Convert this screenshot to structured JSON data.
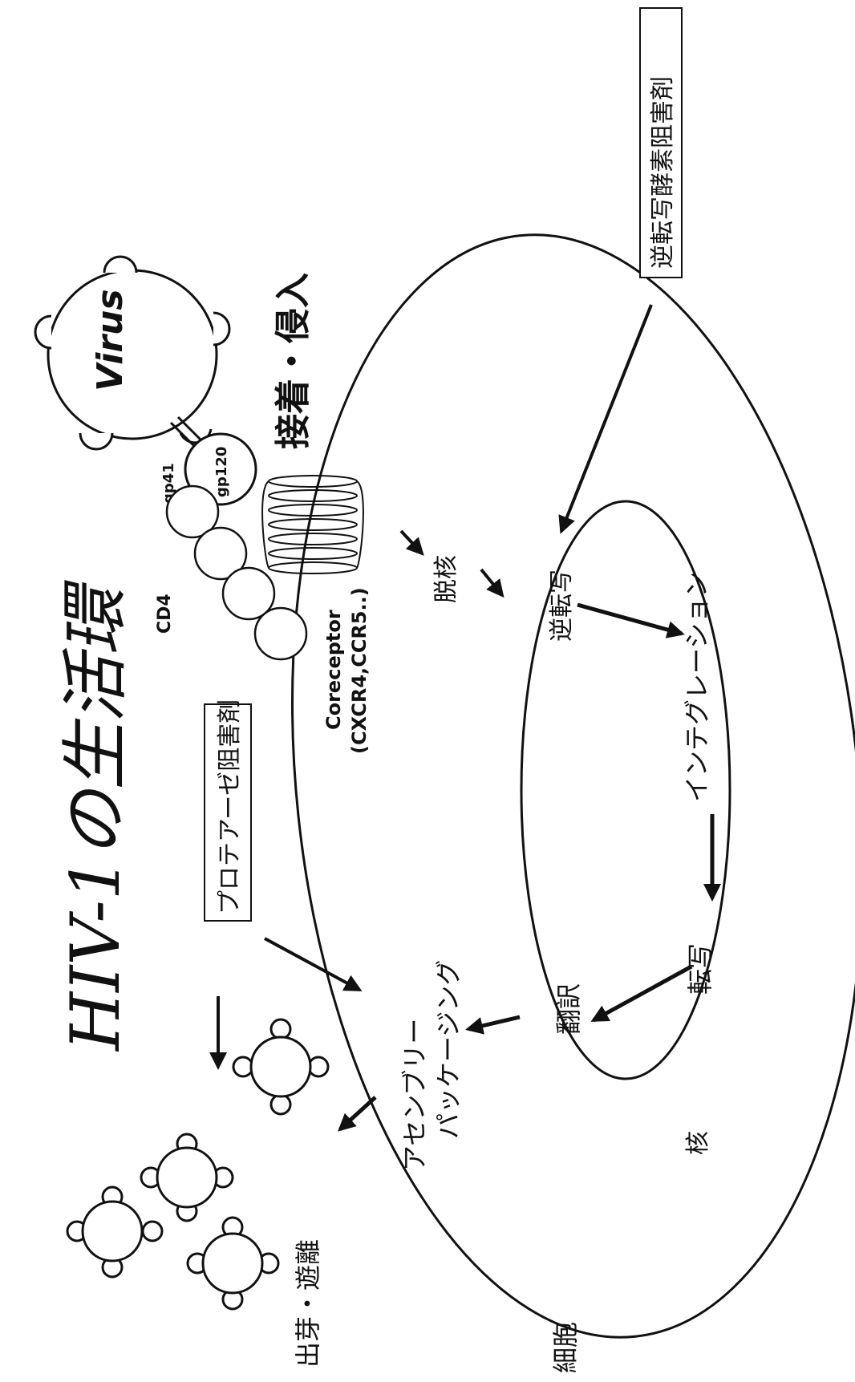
{
  "title": "HIV-1の生活環",
  "virus_label": "Virus",
  "gp41_label": "gp41",
  "gp120_label": "gp120",
  "cd4_label": "CD4",
  "coreceptor_label": "Coreceptor",
  "coreceptor_types": "(CXCR4,CCR5..)",
  "step_attach": "接着・侵入",
  "step_uncoat": "脱核",
  "step_reverse_transcription": "逆転写",
  "step_integration": "インテグレーション",
  "step_transcription": "転写",
  "step_translation": "翻訳",
  "step_assembly": "アセンブリー",
  "step_packaging": "パッケージング",
  "step_budding": "出芽・遊離",
  "label_nucleus": "核",
  "label_cell": "細胞",
  "drug_rt_inhibitor": "逆転写酵素阻害剤",
  "drug_protease_inhibitor": "プロテアーゼ阻害剤",
  "colors": {
    "ink": "#111111",
    "background": "#ffffff"
  }
}
